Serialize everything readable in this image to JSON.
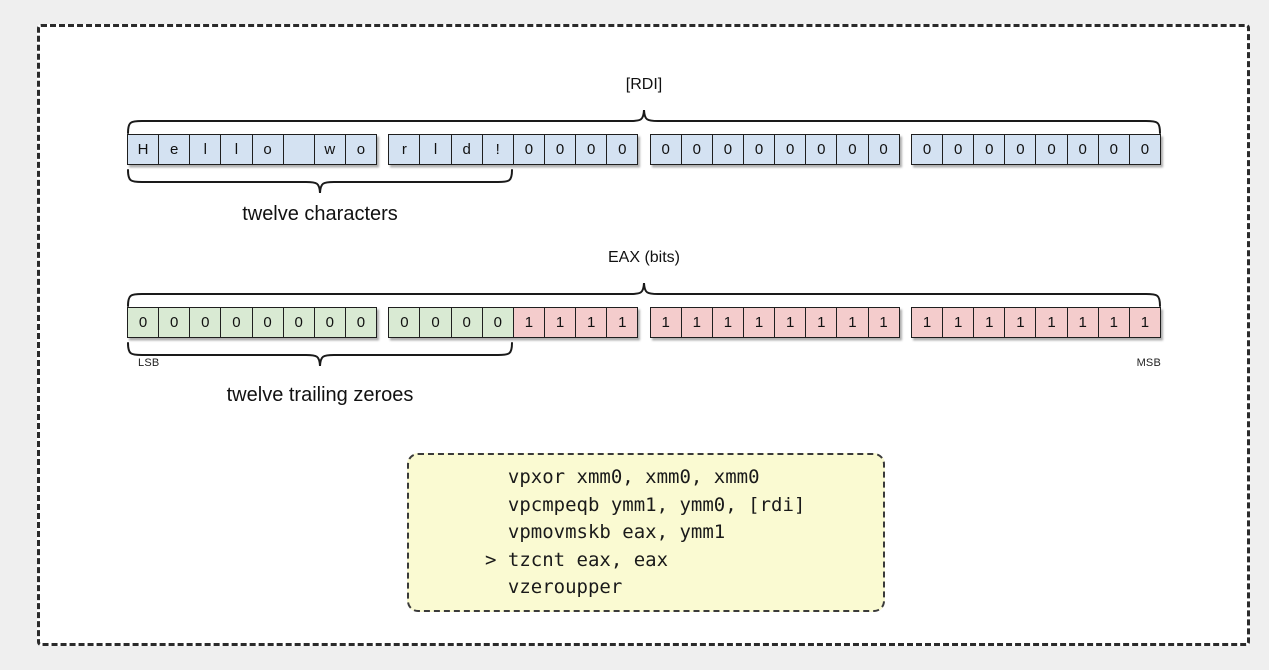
{
  "colors": {
    "page_bg": "#efefef",
    "panel_bg": "#ffffff",
    "byte_cell": "#d4e2f2",
    "bit_zero_cell": "#d9ead3",
    "bit_one_cell": "#f4cccc",
    "code_bg": "#fafad2"
  },
  "memory_row": {
    "label": "[RDI]",
    "groups": [
      [
        "H",
        "e",
        "l",
        "l",
        "o",
        " ",
        "w",
        "o"
      ],
      [
        "r",
        "l",
        "d",
        "!",
        "0",
        "0",
        "0",
        "0"
      ],
      [
        "0",
        "0",
        "0",
        "0",
        "0",
        "0",
        "0",
        "0"
      ],
      [
        "0",
        "0",
        "0",
        "0",
        "0",
        "0",
        "0",
        "0"
      ]
    ],
    "annotation": "twelve characters"
  },
  "bits_row": {
    "label": "EAX (bits)",
    "groups": [
      [
        "0",
        "0",
        "0",
        "0",
        "0",
        "0",
        "0",
        "0"
      ],
      [
        "0",
        "0",
        "0",
        "0",
        "1",
        "1",
        "1",
        "1"
      ],
      [
        "1",
        "1",
        "1",
        "1",
        "1",
        "1",
        "1",
        "1"
      ],
      [
        "1",
        "1",
        "1",
        "1",
        "1",
        "1",
        "1",
        "1"
      ]
    ],
    "annotation": "twelve trailing zeroes",
    "lsb": "LSB",
    "msb": "MSB"
  },
  "code_box": {
    "lines": [
      {
        "marker": " ",
        "text": "vpxor xmm0, xmm0, xmm0"
      },
      {
        "marker": " ",
        "text": "vpcmpeqb ymm1, ymm0, [rdi]"
      },
      {
        "marker": " ",
        "text": "vpmovmskb eax, ymm1"
      },
      {
        "marker": ">",
        "text": "tzcnt eax, eax"
      },
      {
        "marker": " ",
        "text": "vzeroupper"
      }
    ]
  }
}
